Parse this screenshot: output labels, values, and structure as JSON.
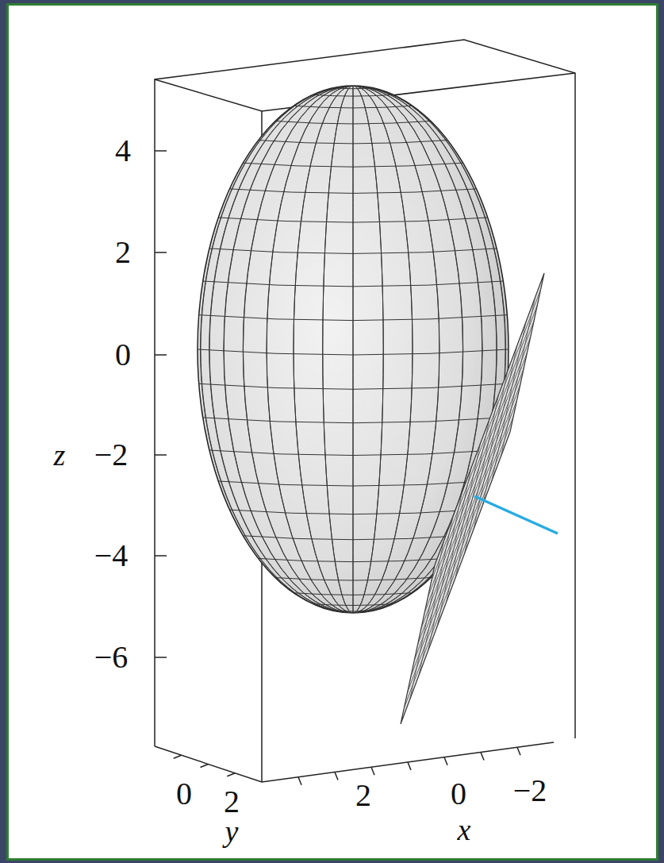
{
  "diagram": {
    "labels": [
      "4",
      "2",
      "0",
      "−2",
      "−4",
      "−6",
      "z",
      "0",
      "2",
      "y",
      "2",
      "0",
      "−2",
      "x"
    ]
  }
}
